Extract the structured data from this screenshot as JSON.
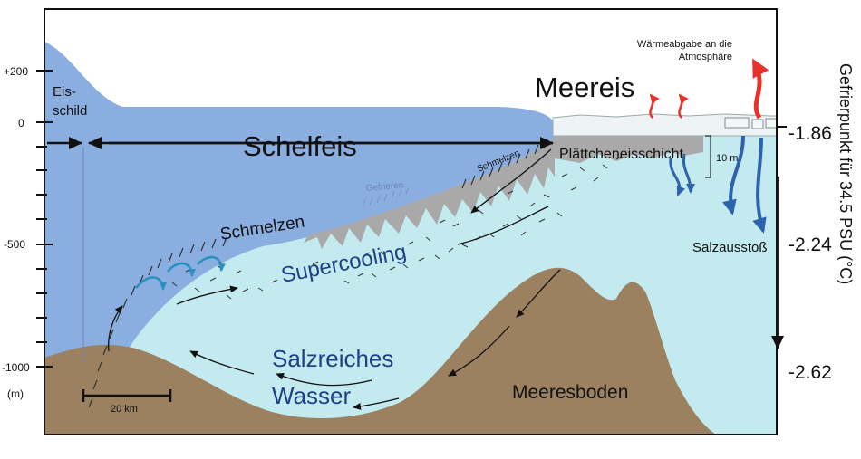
{
  "depth_axis": {
    "ticks": [
      "+200",
      "0",
      "-500",
      "-1000"
    ],
    "unit": "(m)"
  },
  "labels": {
    "eisschild": [
      "Eis-",
      "schild"
    ],
    "schelfeis": "Schelfeis",
    "meereis": "Meereis",
    "waermeabgabe": [
      "Wärmeabgabe an die",
      "Atmosphäre"
    ],
    "plaettcheneisschicht": "Plättcheneisschicht",
    "ten_m": "10 m",
    "schmelzen_main": "Schmelzen",
    "schmelzen_small": "Schmelzen",
    "gefrieren": "Gefrieren",
    "supercooling": "Supercooling",
    "salzausstoss": "Salzausstoß",
    "salzreiches": [
      "Salzreiches",
      "Wasser"
    ],
    "meeresboden": "Meeresboden",
    "scale_bar": "20 km"
  },
  "freezing_point_axis": {
    "title": "Gefrierpunkt für 34.5 PSU (°C)",
    "values": [
      "-1.86",
      "-2.24",
      "-2.62"
    ]
  },
  "colors": {
    "ice": "#8aaee0",
    "water": "#c3eaef",
    "seafloor": "#9b8160",
    "platelet": "#a9a9a9",
    "heat_arrow": "#e8312a",
    "salt_arrow": "#2d62ad",
    "text_blue": "#1f3f86"
  }
}
